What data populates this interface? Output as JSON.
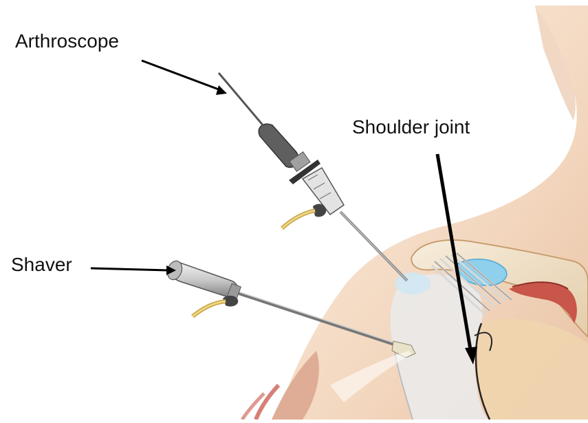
{
  "labels": {
    "arthroscope": "Arthroscope",
    "shoulder_joint": "Shoulder joint",
    "shaver": "Shaver"
  },
  "colors": {
    "skin": "#f6dfc9",
    "skin_shadow": "#eec9ab",
    "bone": "#f1e3cc",
    "muscle": "#c8564a",
    "cartilage": "#8fd0ec",
    "instrument_dark": "#5f5f5f",
    "instrument_light": "#e3e3e3",
    "arrow": "#000000"
  }
}
